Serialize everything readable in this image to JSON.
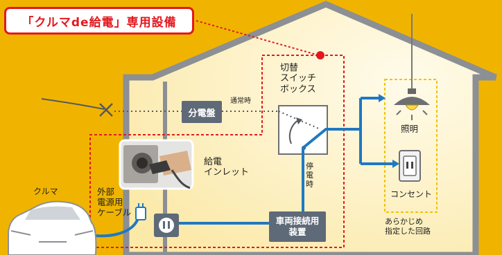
{
  "title": "「クルマde給電」専用設備",
  "labels": {
    "switch_box": "切替\nスイッチ\nボックス",
    "distribution_panel": "分電盤",
    "normal_time": "通常時",
    "power_outage": "停\n電\n時",
    "power_inlet": "給電\nインレット",
    "car": "クルマ",
    "external_cable": "外部\n電源用\nケーブル",
    "vehicle_connection_device": "車両接続用\n装置",
    "lighting": "照明",
    "outlet": "コンセント",
    "preset_circuit": "あらかじめ\n指定した回路"
  },
  "colors": {
    "background": "#F0B400",
    "house_fill": "#FFF7DA",
    "house_outline": "#8C8F93",
    "blue_line": "#1F78C2",
    "red_dashed": "#E3181F",
    "yellow_dashed": "#F2C200",
    "title_box_border": "#E3181F",
    "box_fill": "#5F6A78"
  },
  "icons": {
    "car": "car-icon",
    "plug": "plug-icon",
    "inlet": "inlet-socket-icon",
    "lamp": "ceiling-lamp-icon",
    "outlet": "wall-outlet-icon",
    "cross": "cut-line-x-icon",
    "switch": "changeover-switch-icon"
  }
}
